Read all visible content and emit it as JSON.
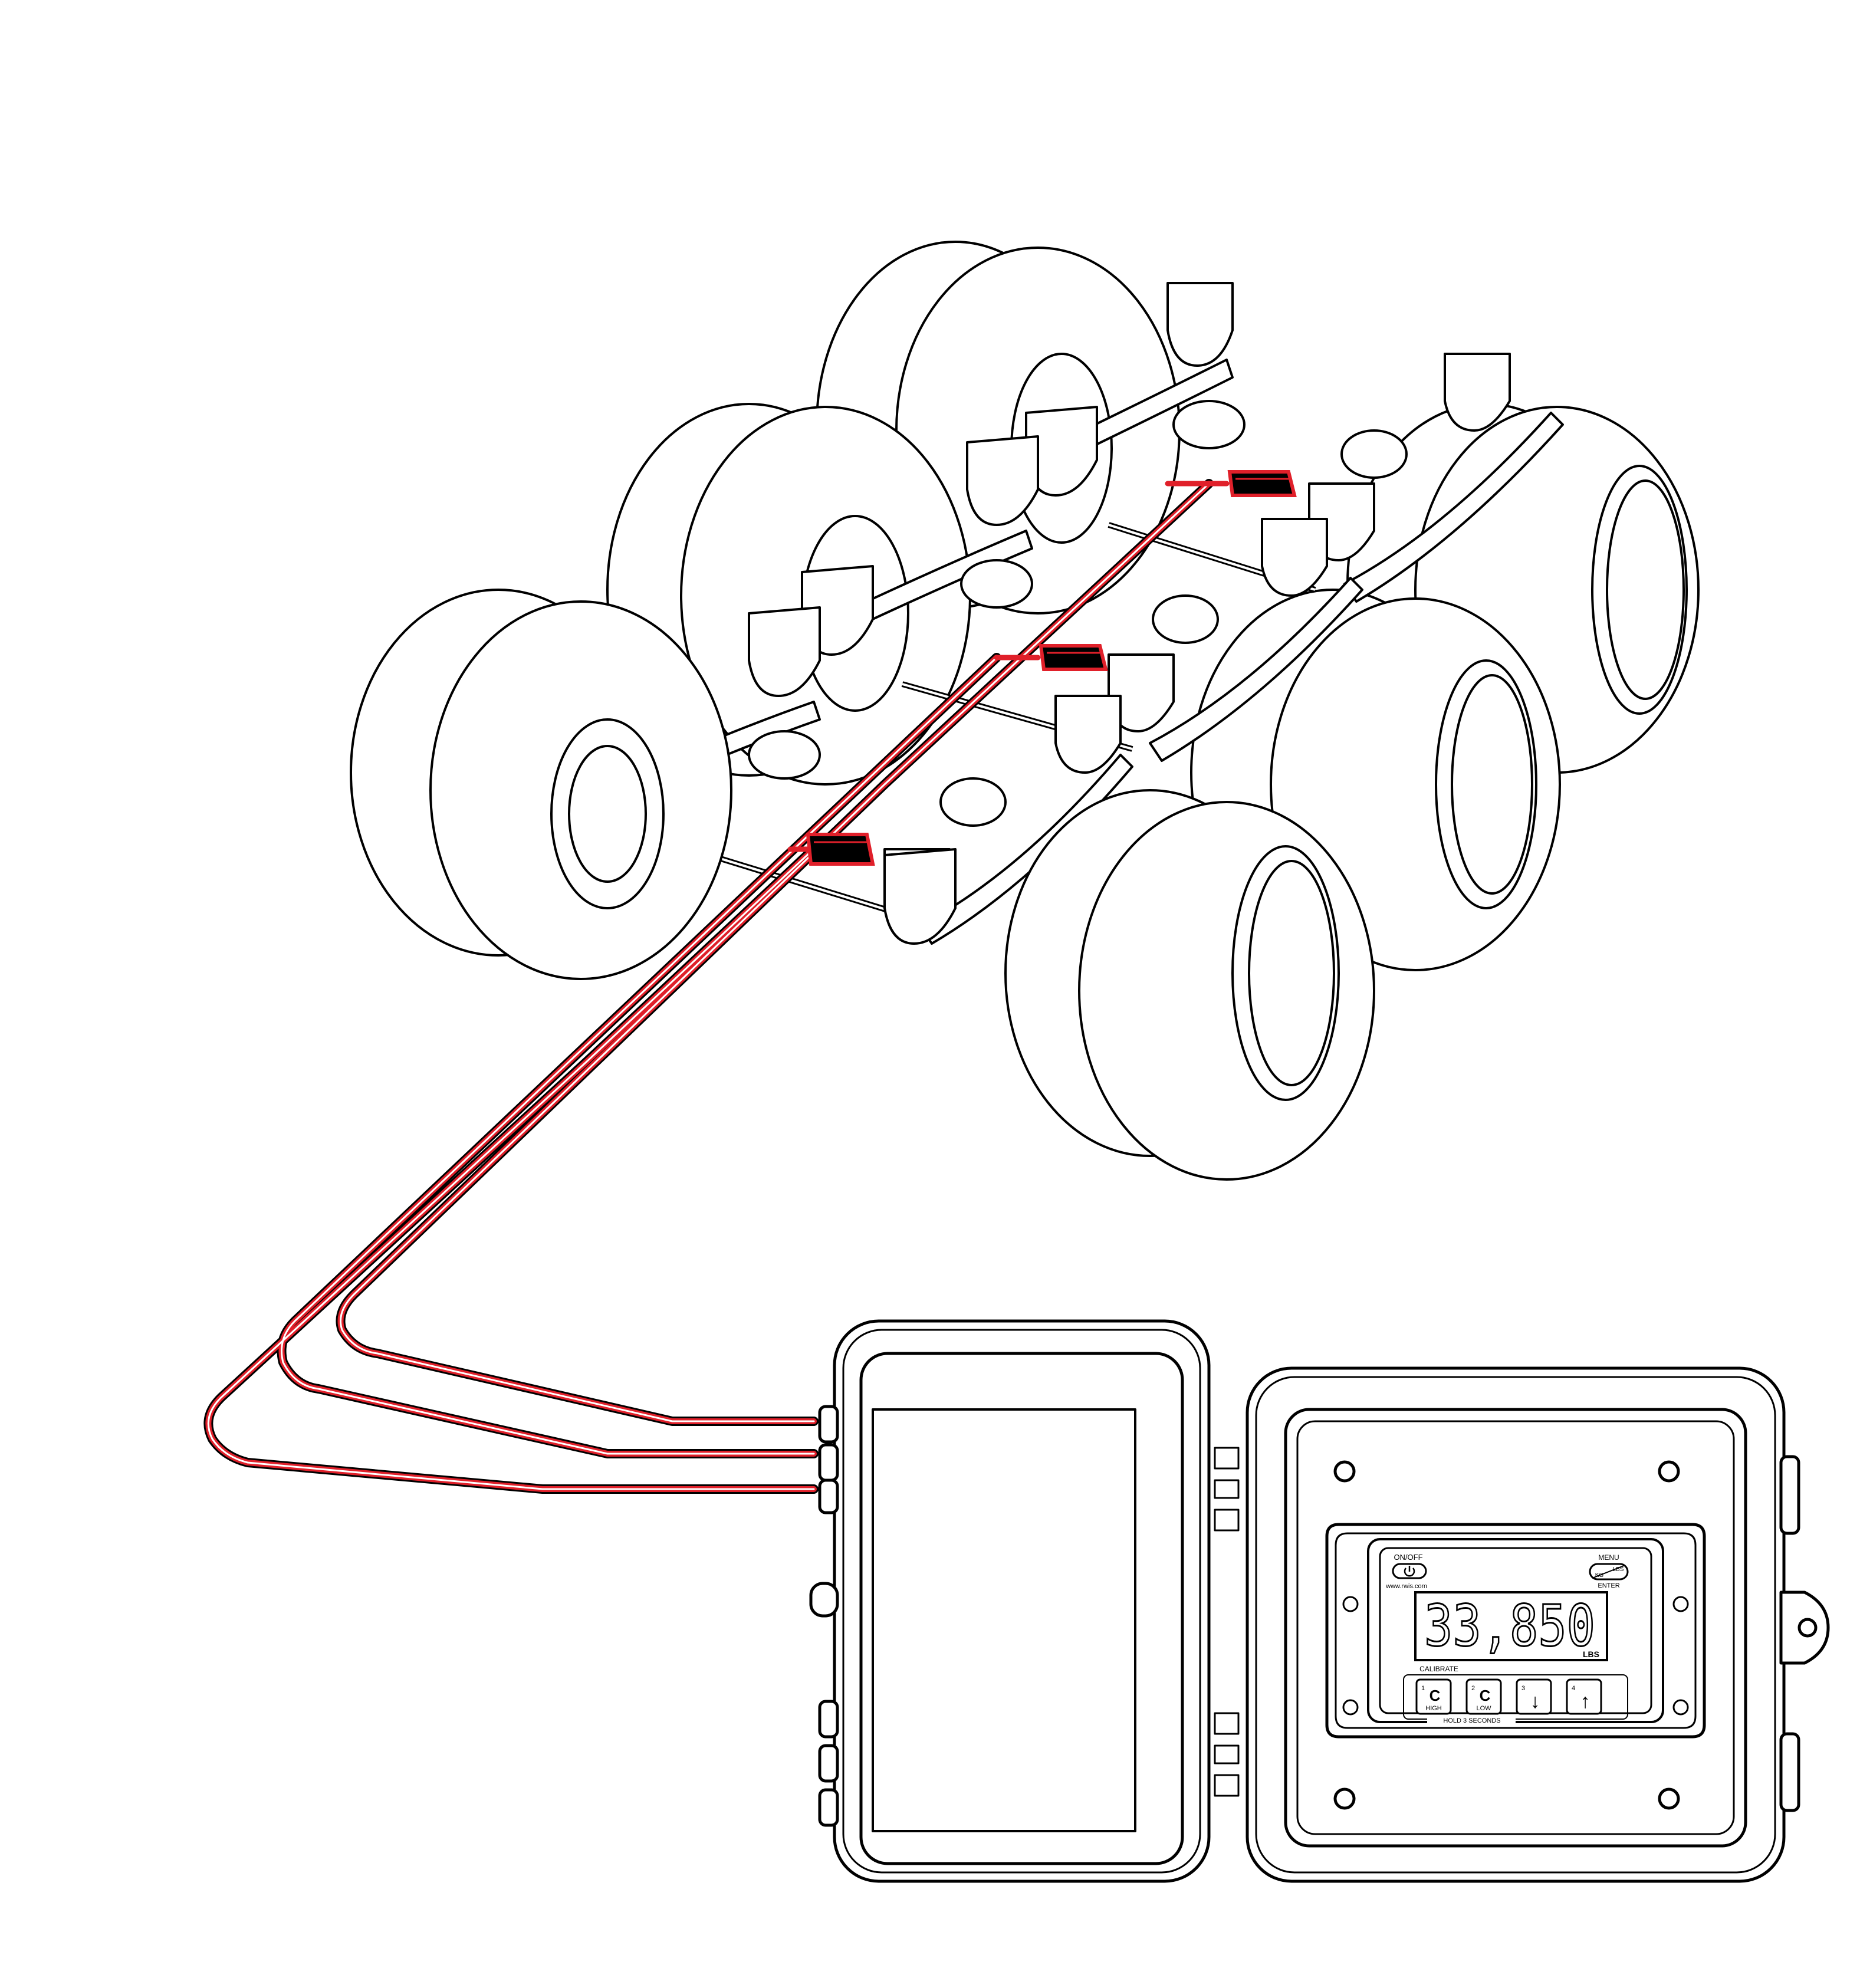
{
  "colors": {
    "line": "#000000",
    "cable": "#e0202a",
    "sensor_fill": "#000000",
    "sensor_border": "#e0202a",
    "background": "#ffffff"
  },
  "scene": {
    "axle_count": 3,
    "sensor_count": 3,
    "cable_count": 3,
    "wheels_per_side": 6
  },
  "indicator": {
    "onoff_label": "ON/OFF",
    "website": "www.rwis.com",
    "menu_label": "MENU",
    "kg_label": "KG",
    "lbs_small_label": "LBS",
    "enter_label": "ENTER",
    "weight_value": "33,850",
    "weight_unit": "LBS",
    "calibrate_label": "CALIBRATE",
    "hold_label": "HOLD 3 SECONDS",
    "buttons": [
      {
        "number": "1",
        "symbol": "C",
        "caption": "HIGH"
      },
      {
        "number": "2",
        "symbol": "C",
        "caption": "LOW"
      },
      {
        "number": "3",
        "symbol": "↓",
        "caption": ""
      },
      {
        "number": "4",
        "symbol": "↑",
        "caption": ""
      }
    ]
  }
}
